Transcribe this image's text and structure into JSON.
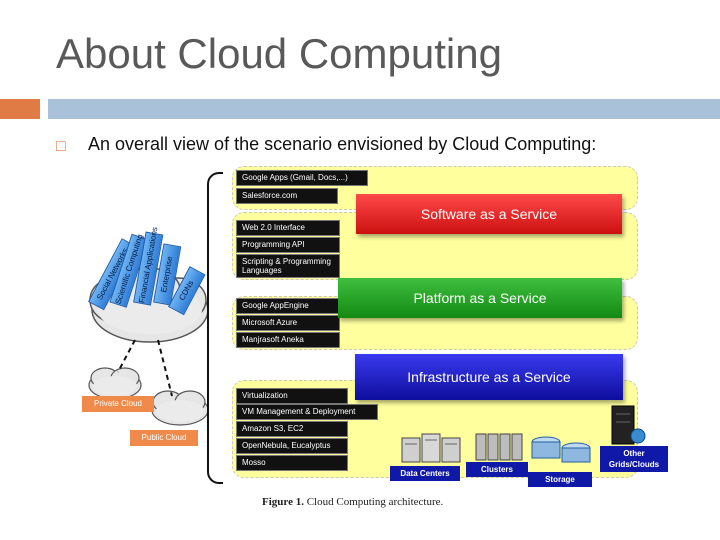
{
  "slide": {
    "title": "About Cloud Computing",
    "bullet": "An overall view of the scenario envisioned by Cloud Computing:"
  },
  "figure": {
    "saas": {
      "label": "Software as a Service",
      "items": [
        "Google Apps (Gmail, Docs,...)",
        "Salesforce.com"
      ]
    },
    "paas_items": [
      "Web 2.0 Interface",
      "Programming API",
      "Scripting & Programming Languages"
    ],
    "paas": {
      "label": "Platform as a Service",
      "items": [
        "Google AppEngine",
        "Microsoft Azure",
        "Manjrasoft Aneka"
      ]
    },
    "iaas": {
      "label": "Infrastructure as a Service",
      "items": [
        "Virtualization",
        "VM Management & Deployment",
        "Amazon S3, EC2",
        "OpenNebula, Eucalyptus",
        "Mosso"
      ]
    },
    "hardware": [
      "Data Centers",
      "Clusters",
      "Storage",
      "Other Grids/Clouds"
    ],
    "clouds": {
      "private": "Private Cloud",
      "public": "Public Cloud"
    },
    "user_apps": [
      "Social Networks",
      "Scientific Computing",
      "Financial Applications",
      "Enterprise",
      "CDNs"
    ],
    "caption_label": "Figure 1.",
    "caption_text": "Cloud Computing architecture."
  },
  "colors": {
    "accent_orange": "#e07b46",
    "rule_blue": "#a9c1d9",
    "saas_red": "#e81c1c",
    "paas_green": "#1f9e1f",
    "iaas_blue": "#1a1ad0",
    "band_yellow": "#ffff9e"
  }
}
